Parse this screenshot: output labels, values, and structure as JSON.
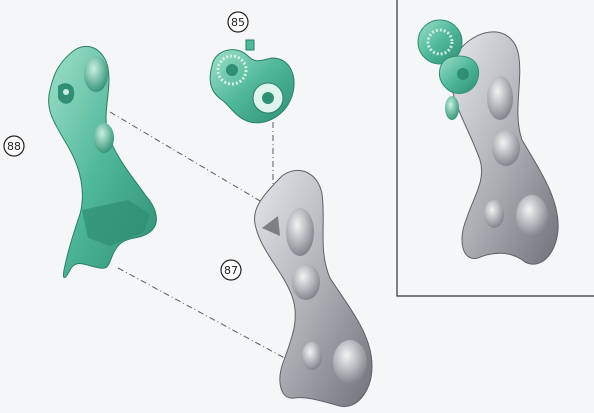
{
  "callouts": {
    "part_85": "85",
    "part_87": "87",
    "part_88": "88"
  },
  "colors": {
    "background": "#f4f6f8",
    "green_part": "#4fb79a",
    "green_dark": "#2f8f74",
    "green_light": "#9fe0c9",
    "grey_part": "#a9acb1",
    "grey_dark": "#6f737a",
    "grey_light": "#e4e6ea",
    "guide_line": "#555c66",
    "panel_border": "#333333"
  },
  "icons": {
    "assembled_preview": "assembled-arm-icon",
    "exploded_parts": "arm-part-icons"
  }
}
